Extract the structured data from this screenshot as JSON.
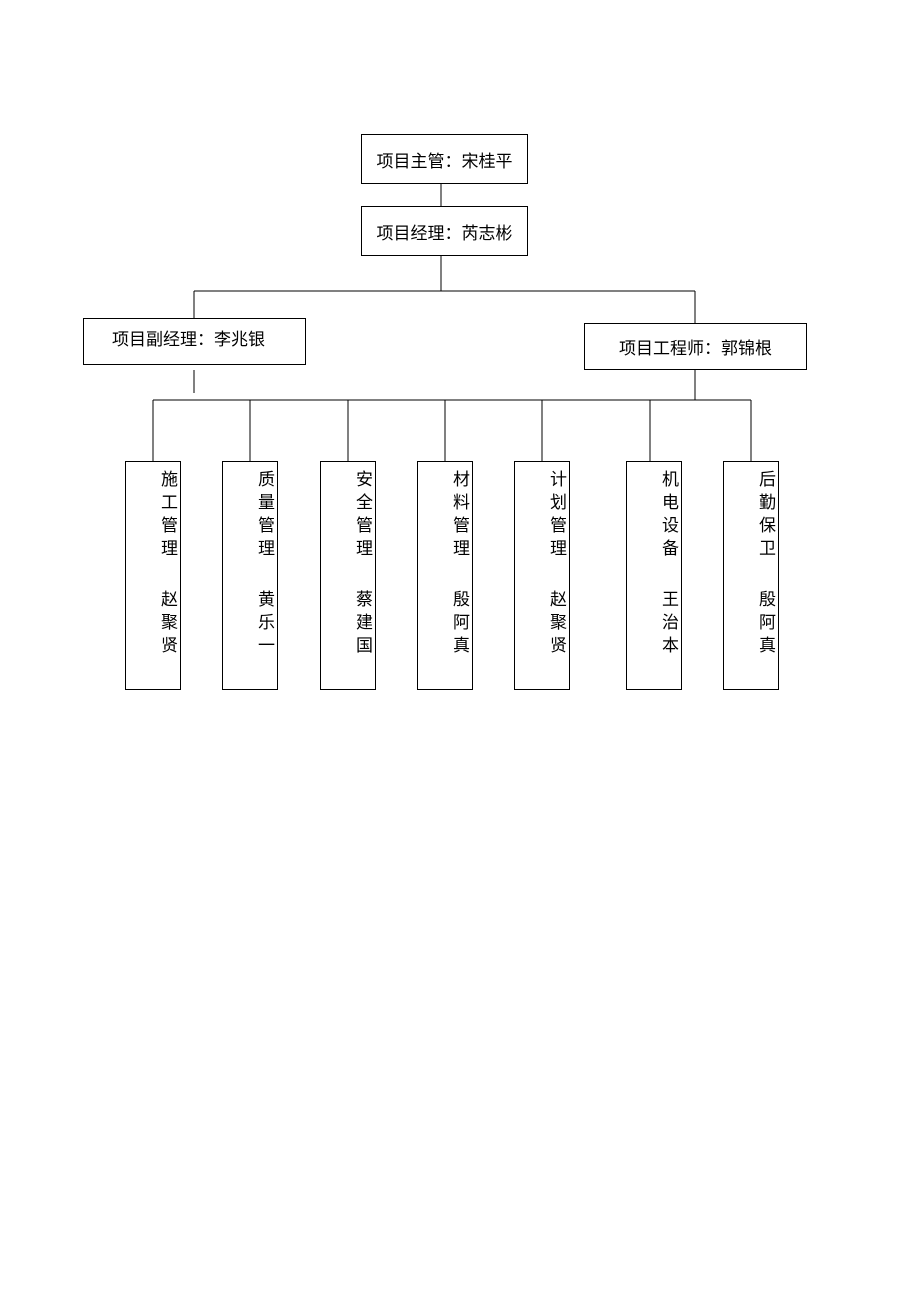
{
  "org_chart": {
    "supervisor": "项目主管：宋桂平",
    "manager": "项目经理：芮志彬",
    "deputy_manager": "项目副经理：李兆银",
    "engineer": "项目工程师：郭锦根",
    "departments": [
      {
        "dept": "施工管理",
        "person": "赵聚贤"
      },
      {
        "dept": "质量管理",
        "person": "黄乐一"
      },
      {
        "dept": "安全管理",
        "person": "蔡建国"
      },
      {
        "dept": "材料管理",
        "person": "殷阿真"
      },
      {
        "dept": "计划管理",
        "person": "赵聚贤"
      },
      {
        "dept": "机电设备",
        "person": "王治本"
      },
      {
        "dept": "后勤保卫",
        "person": "殷阿真"
      }
    ]
  }
}
